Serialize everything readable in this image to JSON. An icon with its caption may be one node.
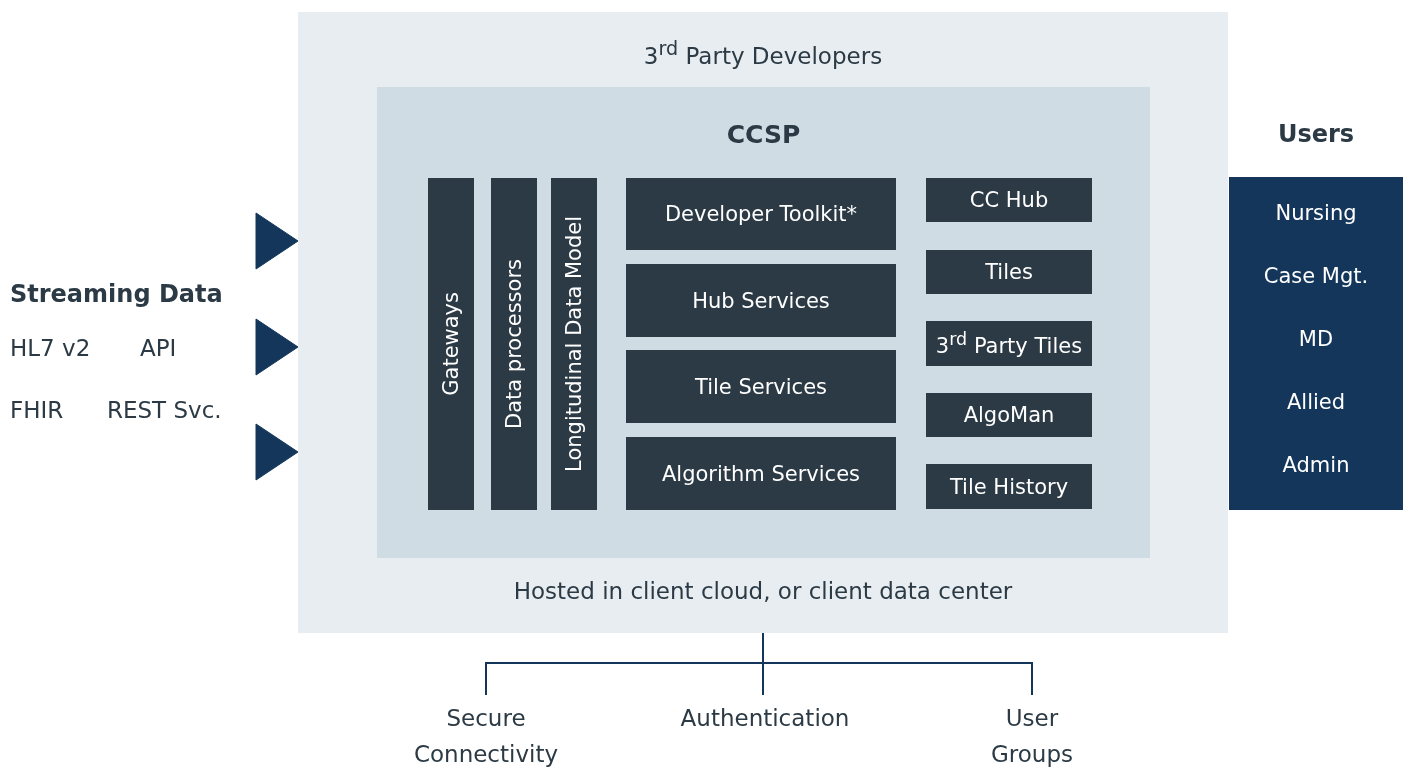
{
  "diagram": {
    "nodes": [
      {
        "text": [
          "Streaming Data",
          "HL7 v2",
          "API",
          "FHIR",
          "REST Svc."
        ]
      },
      {
        "text": [
          "3$^{rd}$ Party Developers",
          "Hosted in client cloud, or client data center"
        ]
      },
      {
        "text": [
          "CCSP"
        ],
        "in": 1
      },
      {
        "text": [
          "Gateways"
        ],
        "in": 2
      },
      {
        "text": [
          "Data processors"
        ],
        "in": 2
      },
      {
        "text": [
          "Longitudinal Data Model"
        ],
        "in": 2
      },
      {
        "text": [
          "Developer Toolkit*"
        ],
        "in": 2
      },
      {
        "text": [
          "Hub Services"
        ],
        "in": 2
      },
      {
        "text": [
          "Tile Services"
        ],
        "in": 2
      },
      {
        "text": [
          "Algorithm Services"
        ],
        "in": 2
      },
      {
        "text": [
          "CC Hub"
        ],
        "in": 2
      },
      {
        "text": [
          "Tiles"
        ],
        "in": 2
      },
      {
        "text": [
          "3$^{rd}$ Party Tiles"
        ],
        "in": 2
      },
      {
        "text": [
          "AlgoMan"
        ],
        "in": 2
      },
      {
        "text": [
          "Tile History"
        ],
        "in": 2
      },
      {
        "text": [
          "Users",
          "Nursing",
          "Case Mgt.",
          "MD",
          "Allied",
          "Admin"
        ]
      },
      {
        "text": [
          "Secure Connectivity"
        ]
      },
      {
        "text": [
          "Authentication"
        ]
      },
      {
        "text": [
          "User Groups"
        ]
      }
    ],
    "edges": [
      {
        "from": 0,
        "to": 1,
        "arrow": "to"
      },
      {
        "from": 0,
        "to": 1,
        "arrow": "to"
      },
      {
        "from": 0,
        "to": 1,
        "arrow": "to"
      },
      {
        "from": 1,
        "to": 16,
        "arrow": "none"
      },
      {
        "from": 1,
        "to": 17,
        "arrow": "none"
      },
      {
        "from": 1,
        "to": 18,
        "arrow": "none"
      }
    ]
  }
}
